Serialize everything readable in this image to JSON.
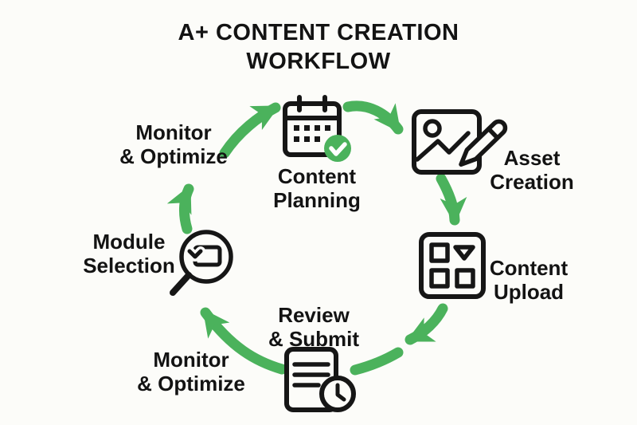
{
  "title": {
    "line1": "A+ CONTENT CREATION",
    "line2": "WORKFLOW"
  },
  "colors": {
    "accent_green": "#4bb25c",
    "icon_ink": "#161616",
    "text": "#131313",
    "background": "#fcfcf9",
    "check_mark": "#ffffff"
  },
  "steps": [
    {
      "id": "monitor-optimize-top",
      "label_line1": "Monitor",
      "label_line2": "& Optimize",
      "icon": null
    },
    {
      "id": "content-planning",
      "label_line1": "Content",
      "label_line2": "Planning",
      "icon": "calendar-check-icon"
    },
    {
      "id": "asset-creation",
      "label_line1": "Asset",
      "label_line2": "Creation",
      "icon": "image-pencil-icon"
    },
    {
      "id": "content-upload",
      "label_line1": "Content",
      "label_line2": "Upload",
      "icon": "modules-grid-icon"
    },
    {
      "id": "review-submit",
      "label_line1": "Review",
      "label_line2": "& Submit",
      "icon": "document-clock-icon"
    },
    {
      "id": "monitor-optimize-bottom",
      "label_line1": "Monitor",
      "label_line2": "& Optimize",
      "icon": null
    },
    {
      "id": "module-selection",
      "label_line1": "Module",
      "label_line2": "Selection",
      "icon": "magnifier-module-icon"
    }
  ],
  "flow_arrows": [
    {
      "from": "monitor-optimize-top",
      "to": "content-planning"
    },
    {
      "from": "content-planning",
      "to": "asset-creation"
    },
    {
      "from": "asset-creation",
      "to": "content-upload"
    },
    {
      "from": "content-upload",
      "to": "review-submit"
    },
    {
      "from": "review-submit",
      "to": "monitor-optimize-bottom"
    },
    {
      "from": "monitor-optimize-bottom",
      "to": "module-selection"
    },
    {
      "from": "module-selection",
      "to": "monitor-optimize-top"
    }
  ]
}
